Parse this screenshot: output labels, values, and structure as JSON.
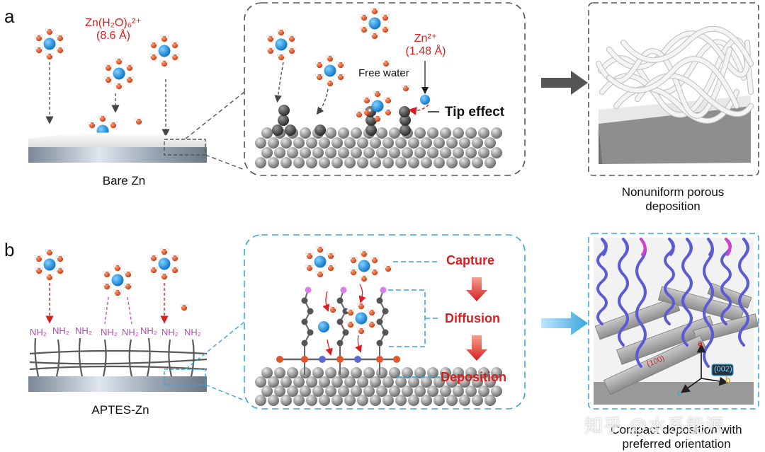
{
  "panel_a": {
    "letter": "a",
    "hydrated_ion_label": "Zn(H₂O)₆²⁺",
    "hydrated_ion_size": "(8.6 Å)",
    "zn_ion_label": "Zn²⁺",
    "zn_ion_size": "(1.48 Å)",
    "free_water": "Free water",
    "tip_effect": "Tip effect",
    "substrate_label": "Bare Zn",
    "result_line1": "Nonuniform porous",
    "result_line2": "deposition"
  },
  "panel_b": {
    "letter": "b",
    "nh2": "NH₂",
    "substrate_label": "APTES-Zn",
    "step_capture": "Capture",
    "step_diffusion": "Diffusion",
    "step_deposition": "Deposition",
    "facet_100": "(100)",
    "facet_002": "(002)",
    "axis_a": "a",
    "axis_b": "b",
    "axis_c": "c",
    "result_line1": "Compact deposition with",
    "result_line2": "preferred orientation"
  },
  "watermark": "知乎 @水系能源",
  "colors": {
    "zn_ion": "#1e8fe0",
    "oxygen": "#e2552b",
    "accent_red": "#d61f1f",
    "dashed_gray": "#555555",
    "dashed_blue": "#3aa6dc",
    "chain_blue": "#5b5bd6",
    "chain_magenta": "#d63fd0"
  }
}
